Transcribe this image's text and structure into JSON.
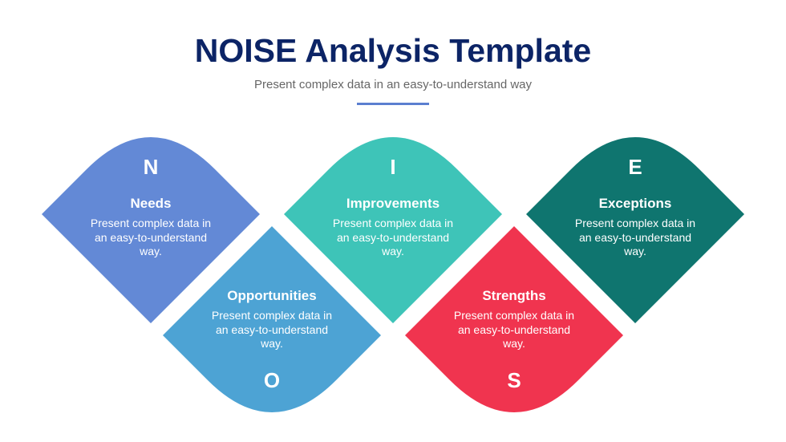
{
  "header": {
    "title": "NOISE Analysis Template",
    "subtitle": "Present complex data in an easy-to-understand way"
  },
  "cards": [
    {
      "letter": "N",
      "heading": "Needs",
      "body": "Present complex data in an easy-to-understand way.",
      "color": "#6389d6"
    },
    {
      "letter": "O",
      "heading": "Opportunities",
      "body": "Present complex data in an easy-to-understand way.",
      "color": "#4da3d4"
    },
    {
      "letter": "I",
      "heading": "Improvements",
      "body": "Present complex data in an easy-to-understand way.",
      "color": "#3ec4b8"
    },
    {
      "letter": "S",
      "heading": "Strengths",
      "body": "Present complex data in an easy-to-understand way.",
      "color": "#f0344f"
    },
    {
      "letter": "E",
      "heading": "Exceptions",
      "body": "Present complex data in an easy-to-understand way.",
      "color": "#0f756f"
    }
  ]
}
